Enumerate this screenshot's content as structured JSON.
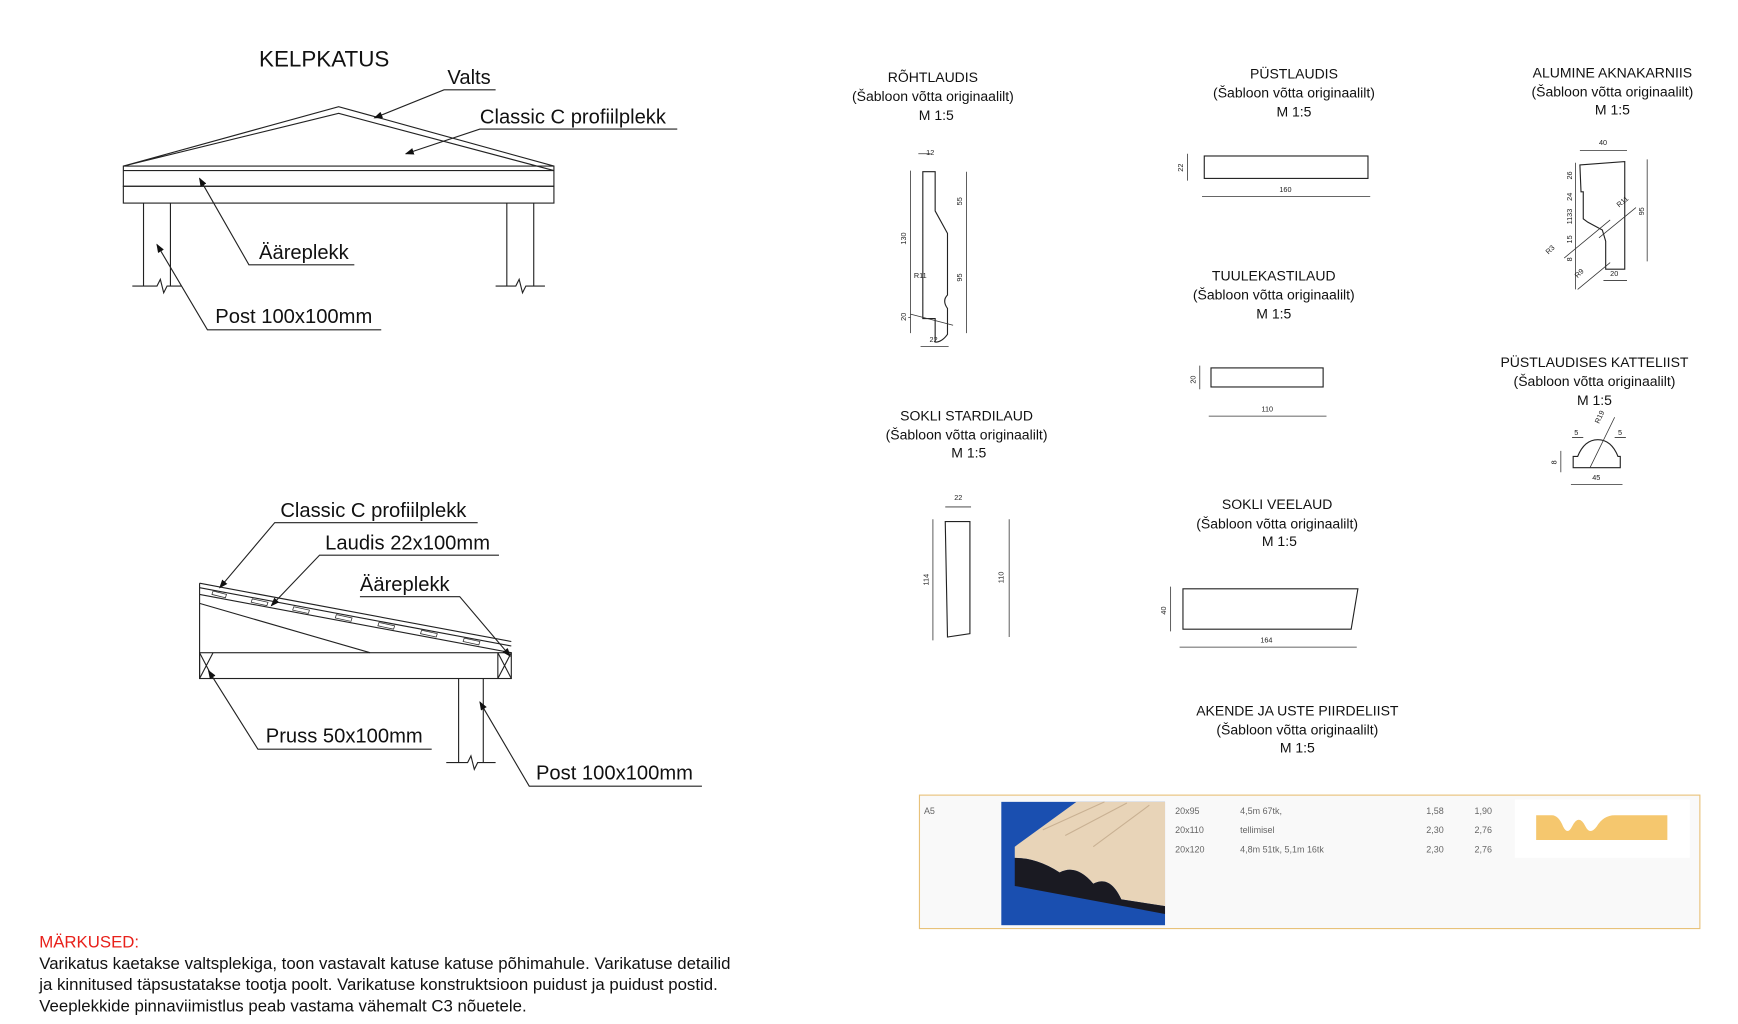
{
  "main_title": "KELPKATUS",
  "top_section": {
    "labels": {
      "valts": "Valts",
      "classic": "Classic C profiilplekk",
      "aareplekk": "Ääreplekk",
      "post": "Post 100x100mm"
    }
  },
  "bottom_section": {
    "labels": {
      "classic": "Classic C profiilplekk",
      "laudis": "Laudis 22x100mm",
      "aareplekk": "Ääreplekk",
      "pruss": "Pruss 50x100mm",
      "post": "Post 100x100mm"
    }
  },
  "subtitle": "(Šabloon võtta originaalilt)",
  "scale": "M 1:5",
  "profiles": {
    "rohtlaudis": {
      "title": "RÕHTLAUDIS",
      "dims": [
        "12",
        "130",
        "20",
        "55",
        "95",
        "22",
        "R11"
      ]
    },
    "pustlaudis": {
      "title": "PÜSTLAUDIS",
      "dims": [
        "22",
        "160"
      ]
    },
    "aknakarniis": {
      "title": "ALUMINE AKNAKARNIIS",
      "dims": [
        "40",
        "26",
        "24",
        "1133",
        "15",
        "8",
        "R3",
        "R9",
        "R11",
        "95",
        "20"
      ]
    },
    "tuulekastilaud": {
      "title": "TUULEKASTILAUD",
      "dims": [
        "20",
        "110"
      ]
    },
    "katteliist": {
      "title": "PÜSTLAUDISES KATTELIIST",
      "dims": [
        "5",
        "5",
        "R19",
        "8",
        "45"
      ]
    },
    "stardilaud": {
      "title": "SOKLI STARDILAUD",
      "dims": [
        "22",
        "114",
        "110"
      ]
    },
    "veelaud": {
      "title": "SOKLI VEELAUD",
      "dims": [
        "40",
        "164"
      ]
    },
    "piirdeliist": {
      "title": "AKENDE JA USTE PIIRDELIIST"
    }
  },
  "product_table": {
    "code": "A5",
    "rows": [
      {
        "size": "20x95",
        "stock": "4,5m 67tk,",
        "price1": "1,58",
        "price2": "1,90"
      },
      {
        "size": "20x110",
        "stock": "tellimisel",
        "price1": "2,30",
        "price2": "2,76"
      },
      {
        "size": "20x120",
        "stock": "4,8m 51tk, 5,1m 16tk",
        "price1": "2,30",
        "price2": "2,76"
      }
    ],
    "colors": {
      "border": "#e8c27a",
      "profile": "#f5c76e",
      "photo_bg": "#1a4fb0"
    }
  },
  "notes": {
    "heading": "MÄRKUSED:",
    "lines": [
      "Varikatus kaetakse valtsplekiga, toon vastavalt katuse katuse põhimahule. Varikatuse detailid",
      "ja kinnitused täpsustatakse tootja poolt. Varikatuse konstruktsioon puidust ja puidust postid.",
      "Veeplekkide pinnaviimistlus peab vastama vähemalt C3 nõuetele."
    ],
    "heading_color": "#e8201a"
  }
}
